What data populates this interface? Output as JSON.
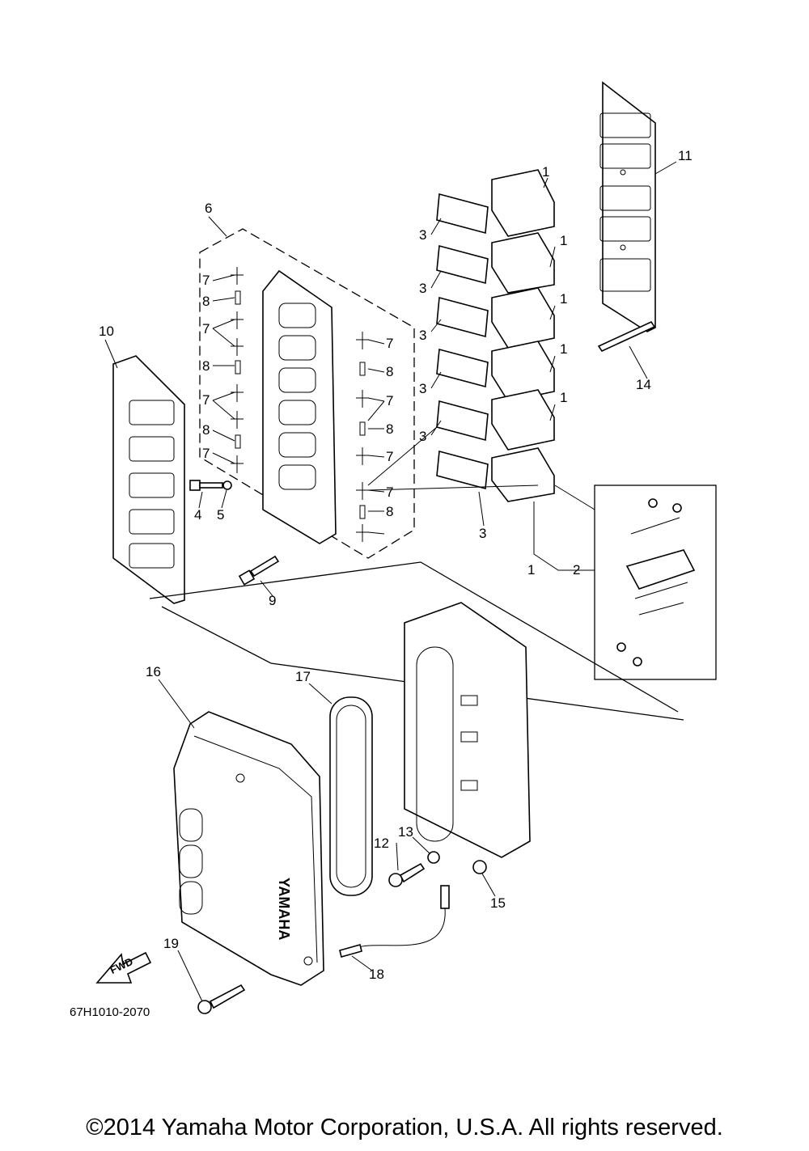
{
  "callouts": {
    "c1a": "1",
    "c1b": "1",
    "c1c": "1",
    "c1d": "1",
    "c1e": "1",
    "c1f": "1",
    "c2": "2",
    "c3a": "3",
    "c3b": "3",
    "c3c": "3",
    "c3d": "3",
    "c3e": "3",
    "c3f": "3",
    "c4": "4",
    "c5": "5",
    "c6": "6",
    "c7a": "7",
    "c7b": "7",
    "c7c": "7",
    "c7d": "7",
    "c7e": "7",
    "c7f": "7",
    "c7g": "7",
    "c7h": "7",
    "c8a": "8",
    "c8b": "8",
    "c8c": "8",
    "c8d": "8",
    "c8e": "8",
    "c8f": "8",
    "c9": "9",
    "c10": "10",
    "c11": "11",
    "c12": "12",
    "c13": "13",
    "c14": "14",
    "c15": "15",
    "c16": "16",
    "c17": "17",
    "c18": "18",
    "c19": "19"
  },
  "fwd_label": "FWD",
  "brand_mark": "YAMAHA",
  "part_code": "67H1010-2070",
  "copyright": "©2014 Yamaha Motor Corporation, U.S.A. All rights reserved."
}
